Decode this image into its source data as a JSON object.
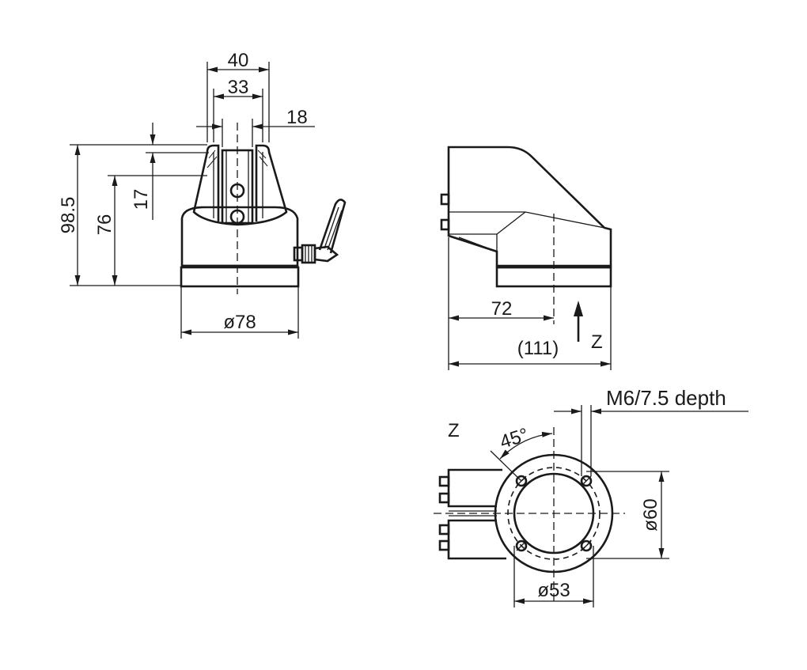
{
  "front_view": {
    "width_outer": "40",
    "width_inner": "33",
    "gap": "18",
    "height_total": "98.5",
    "height_base": "76",
    "height_step": "17",
    "base_diameter": "ø78"
  },
  "side_view": {
    "offset": "72",
    "overall_length": "(111)",
    "view_label": "Z"
  },
  "bottom_view": {
    "view_label": "Z",
    "thread_note": "M6/7.5 depth",
    "angle": "45°",
    "bolt_circle": "ø60",
    "bore": "ø53"
  },
  "colors": {
    "ink": "#1a1a1a",
    "paper": "#ffffff"
  }
}
